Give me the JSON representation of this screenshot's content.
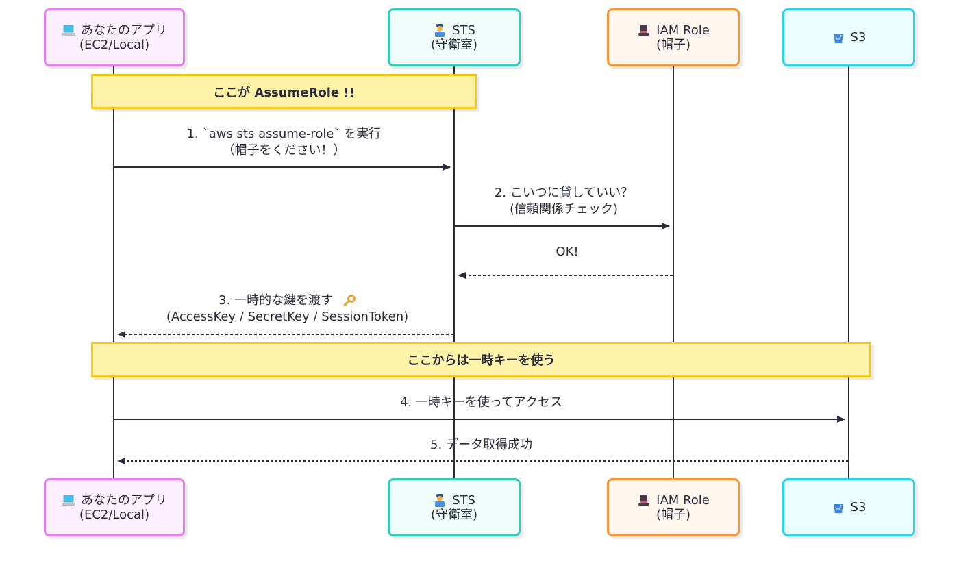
{
  "participants": [
    {
      "id": "app",
      "icon": "laptop-icon",
      "label": "あなたのアプリ",
      "sublabel": "(EC2/Local)",
      "border": "#e77ef0",
      "fill": "#fdf0fe"
    },
    {
      "id": "sts",
      "icon": "police-officer-icon",
      "label": "STS",
      "sublabel": "(守衛室)",
      "border": "#2fcfb7",
      "fill": "#effcf9"
    },
    {
      "id": "iam",
      "icon": "top-hat-icon",
      "label": "IAM Role",
      "sublabel": "(帽子)",
      "border": "#f79436",
      "fill": "#fff6ee"
    },
    {
      "id": "s3",
      "icon": "bucket-icon",
      "label": "S3",
      "sublabel": "",
      "border": "#29d3e8",
      "fill": "#ebfdfe"
    }
  ],
  "notes": [
    {
      "text": "ここが AssumeRole !!"
    },
    {
      "text": "ここからは一時キーを使う"
    }
  ],
  "messages": [
    {
      "from": "app",
      "to": "sts",
      "style": "solid",
      "line1": "1. `aws sts assume-role` を実行",
      "line2": "（帽子をください！）"
    },
    {
      "from": "sts",
      "to": "iam",
      "style": "solid",
      "line1": "2. こいつに貸していい？",
      "line2": "(信頼関係チェック)"
    },
    {
      "from": "iam",
      "to": "sts",
      "style": "dashed",
      "line1": "OK!",
      "line2": ""
    },
    {
      "from": "sts",
      "to": "app",
      "style": "dashed",
      "line1": "3. 一時的な鍵を渡す",
      "line1_icon": "key-icon",
      "line2": "(AccessKey / SecretKey / SessionToken)"
    },
    {
      "from": "app",
      "to": "s3",
      "style": "solid",
      "line1": "4. 一時キーを使ってアクセス",
      "line2": ""
    },
    {
      "from": "s3",
      "to": "app",
      "style": "dotted",
      "line1": "5. データ取得成功",
      "line2": ""
    }
  ],
  "colors": {
    "line": "#2b2b3b",
    "note_fill": "#fef3a8",
    "note_border": "#f4c918"
  }
}
